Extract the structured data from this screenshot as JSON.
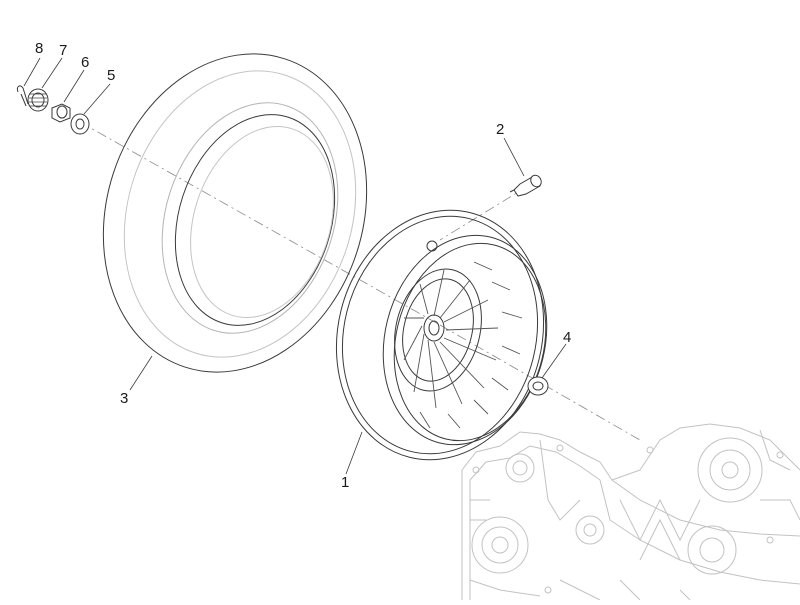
{
  "diagram": {
    "callouts": [
      {
        "id": "1",
        "label": "1"
      },
      {
        "id": "2",
        "label": "2"
      },
      {
        "id": "3",
        "label": "3"
      },
      {
        "id": "4",
        "label": "4"
      },
      {
        "id": "5",
        "label": "5"
      },
      {
        "id": "6",
        "label": "6"
      },
      {
        "id": "7",
        "label": "7"
      },
      {
        "id": "8",
        "label": "8"
      }
    ],
    "colors": {
      "line": "#3a3a3a",
      "ghost": "#b8b8b8",
      "background": "#ffffff"
    }
  }
}
